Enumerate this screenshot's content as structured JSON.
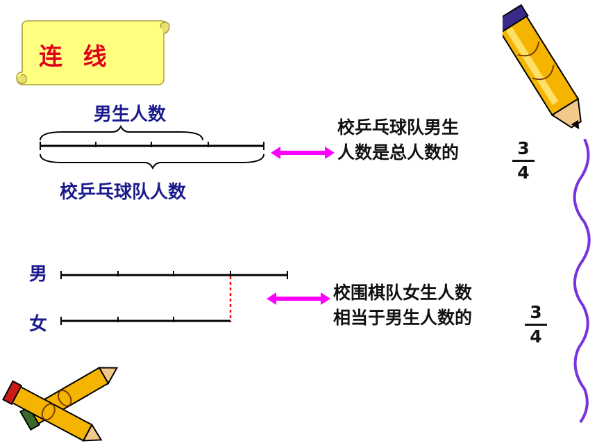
{
  "title": "连  线",
  "colors": {
    "title_red": "#e0001b",
    "scroll_yellow": "#ffff80",
    "blue": "#1a1a8c",
    "arrow_magenta": "#ff00ff",
    "dash_red": "#ff0000",
    "wavy_purple": "#7733dd"
  },
  "diagram1": {
    "top_label": "男生人数",
    "bottom_label": "校乒乓球队人数",
    "statement_lines": [
      "校乒乓球队男生",
      "人数是总人数的"
    ],
    "fraction": {
      "numerator": "3",
      "denominator": "4"
    }
  },
  "diagram2": {
    "male_label": "男",
    "female_label": "女",
    "statement_lines": [
      "校围棋队女生人数",
      "相当于男生人数的"
    ],
    "fraction": {
      "numerator": "3",
      "denominator": "4"
    }
  },
  "icons": [
    "scroll-banner",
    "pencil-icon",
    "crossed-pencils-icon",
    "double-arrow-icon"
  ]
}
